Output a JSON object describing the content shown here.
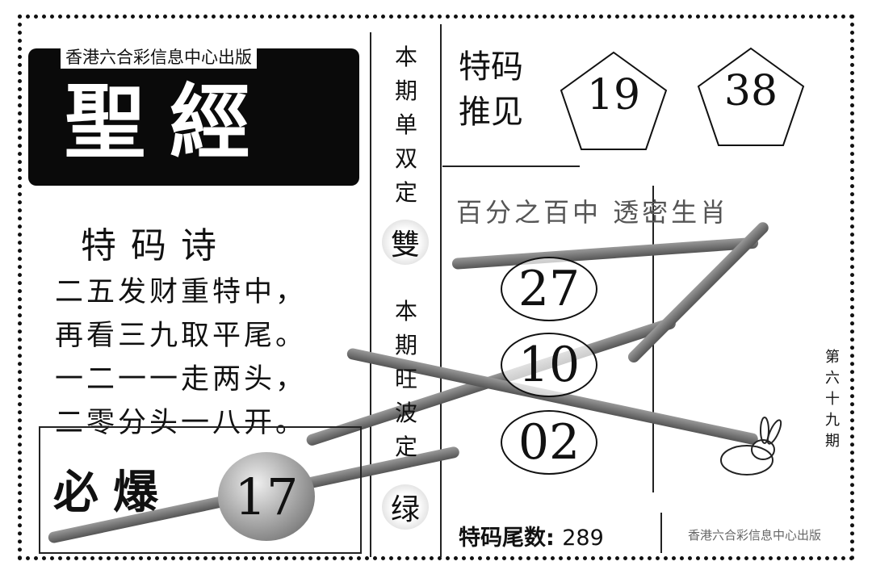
{
  "header": {
    "publisher": "香港六合彩信息中心出版",
    "title": "聖經"
  },
  "poem": {
    "title": "特码诗",
    "lines": [
      "二五发财重特中，",
      "再看三九取平尾。",
      "一二一一走两头，",
      "二零分头一八开。"
    ]
  },
  "bibao": {
    "label": "必爆",
    "number": "17"
  },
  "column": {
    "odd_even_label": "本期单双定",
    "odd_even_value": "雙",
    "color_label": "本期旺波定",
    "color_value": "绿"
  },
  "special": {
    "label_line1": "特码",
    "label_line2": "推见",
    "numbers": [
      "19",
      "38"
    ]
  },
  "zodiac": {
    "slogan": "百分之百中 透密生肖",
    "numbers": [
      "27",
      "10",
      "02"
    ]
  },
  "issue": "第六十九期",
  "tail": {
    "label": "特码尾数:",
    "value": "289"
  },
  "footer_publisher": "香港六合彩信息中心出版"
}
